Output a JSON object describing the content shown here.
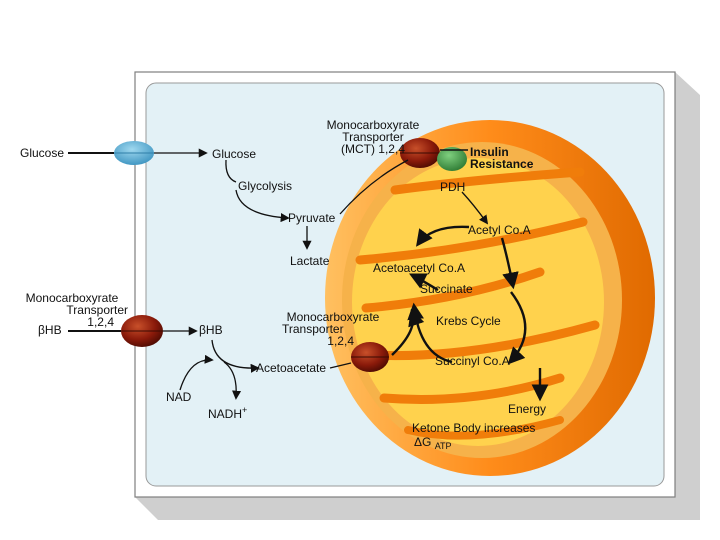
{
  "labels": {
    "glucose_outside": "Glucose",
    "glucose_inside": "Glucose",
    "glycolysis": "Glycolysis",
    "pyruvate": "Pyruvate",
    "lactate": "Lactate",
    "mct_top": [
      "Monocarboxyrate",
      "Transporter",
      "(MCT) 1,2,4"
    ],
    "insulin_resistance": [
      "Insulin",
      "Resistance"
    ],
    "pdh": "PDH",
    "acetyl_coa": "Acetyl Co.A",
    "acetoacetyl_coa": "Acetoacetyl Co.A",
    "succinate": "Succinate",
    "krebs_cycle": "Krebs Cycle",
    "succinyl_coa": "Succinyl Co.A",
    "energy": "Energy",
    "ketone_body_increases": "Ketone Body increases",
    "delta_g": "ΔG",
    "delta_g_sub": "ATP",
    "mct_left": [
      "Monocarboxyrate",
      "Transporter",
      "1,2,4"
    ],
    "bhb_outside": "βHB",
    "bhb_inside": "βHB",
    "mct_mid": [
      "Monocarboxyrate",
      "Transporter",
      "1,2,4"
    ],
    "acetoacetate": "Acetoacetate",
    "nad": "NAD",
    "nadh": "NADH",
    "nadh_sup": "+"
  },
  "colors": {
    "cell_fill": "#e3f1f6",
    "cell_border": "#7f7f7f",
    "cell_shadow": "#cfcfcf",
    "mito_outer": "#ff8c1a",
    "mito_inner": "#ffd24d",
    "cristae": "#f07d0a",
    "transporter_red": "#8a1a0a",
    "glucose_transporter": "#4fa9d3",
    "insulin_receptor": "#3f9a45"
  }
}
